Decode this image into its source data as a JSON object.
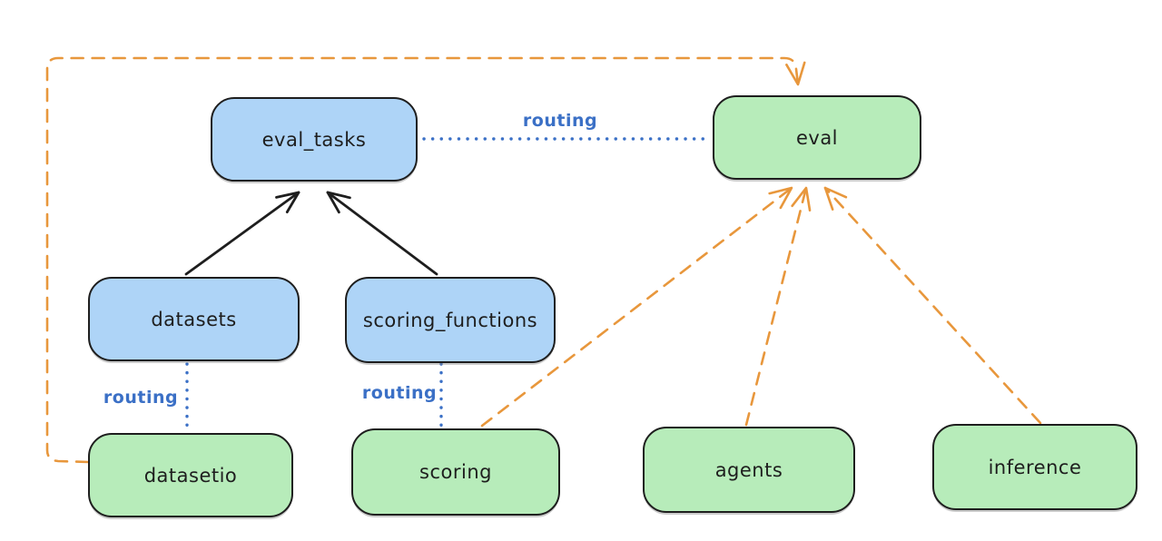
{
  "nodes": {
    "eval_tasks": {
      "label": "eval_tasks",
      "color": "blue"
    },
    "eval": {
      "label": "eval",
      "color": "green"
    },
    "datasets": {
      "label": "datasets",
      "color": "blue"
    },
    "scoring_functions": {
      "label": "scoring_functions",
      "color": "blue"
    },
    "datasetio": {
      "label": "datasetio",
      "color": "green"
    },
    "scoring": {
      "label": "scoring",
      "color": "green"
    },
    "agents": {
      "label": "agents",
      "color": "green"
    },
    "inference": {
      "label": "inference",
      "color": "green"
    }
  },
  "edge_labels": {
    "eval_tasks_to_eval": "routing",
    "datasets_to_datasetio": "routing",
    "scoring_functions_to_scoring": "routing"
  },
  "edges": [
    {
      "from": "datasets",
      "to": "eval_tasks",
      "style": "solid-arrow",
      "color": "black"
    },
    {
      "from": "scoring_functions",
      "to": "eval_tasks",
      "style": "solid-arrow",
      "color": "black"
    },
    {
      "from": "eval_tasks",
      "to": "eval",
      "style": "dotted-line",
      "color": "blue",
      "label": "routing"
    },
    {
      "from": "datasets",
      "to": "datasetio",
      "style": "dotted-line",
      "color": "blue",
      "label": "routing"
    },
    {
      "from": "scoring_functions",
      "to": "scoring",
      "style": "dotted-line",
      "color": "blue",
      "label": "routing"
    },
    {
      "from": "datasetio",
      "to": "eval",
      "style": "dashed-arrow",
      "color": "orange"
    },
    {
      "from": "scoring",
      "to": "eval",
      "style": "dashed-arrow",
      "color": "orange"
    },
    {
      "from": "agents",
      "to": "eval",
      "style": "dashed-arrow",
      "color": "orange"
    },
    {
      "from": "inference",
      "to": "eval",
      "style": "dashed-arrow",
      "color": "orange"
    }
  ],
  "colors": {
    "stroke": "#1e1e1e",
    "node_blue_fill": "#aed4f7",
    "node_green_fill": "#b7ecba",
    "routing_blue": "#3b70c6",
    "dependency_orange": "#e8973c",
    "bg": "#ffffff"
  }
}
